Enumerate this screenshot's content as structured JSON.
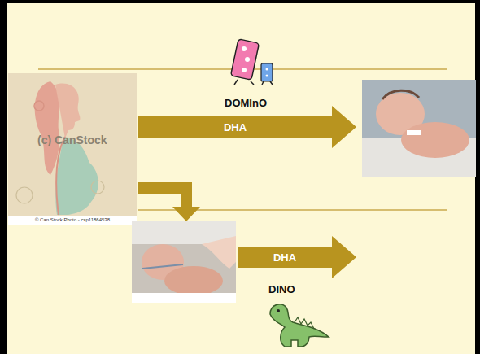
{
  "diagram": {
    "nodes": [
      {
        "text": [
          "DHA"
        ]
      },
      {
        "text": [
          "DHA"
        ]
      }
    ],
    "labels": [
      "DOMInO",
      "DINO",
      "(c) CanStock",
      "© Can Stock Photo - csp11864538"
    ]
  }
}
